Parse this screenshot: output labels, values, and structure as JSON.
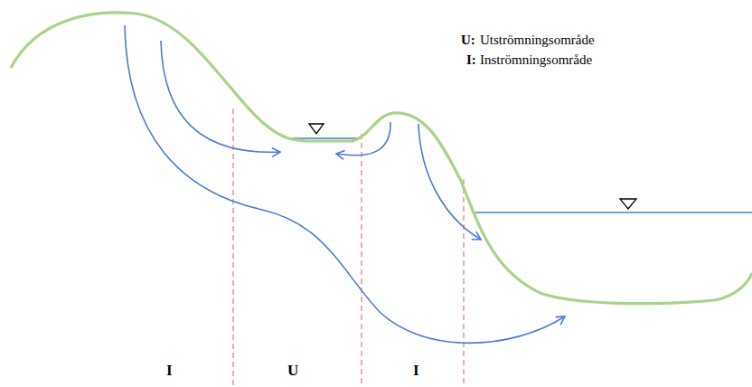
{
  "diagram": {
    "labels": [
      "U:",
      "Utströmningsområde",
      "I:",
      "Inströmningsområde",
      "I",
      "U",
      "I"
    ]
  }
}
